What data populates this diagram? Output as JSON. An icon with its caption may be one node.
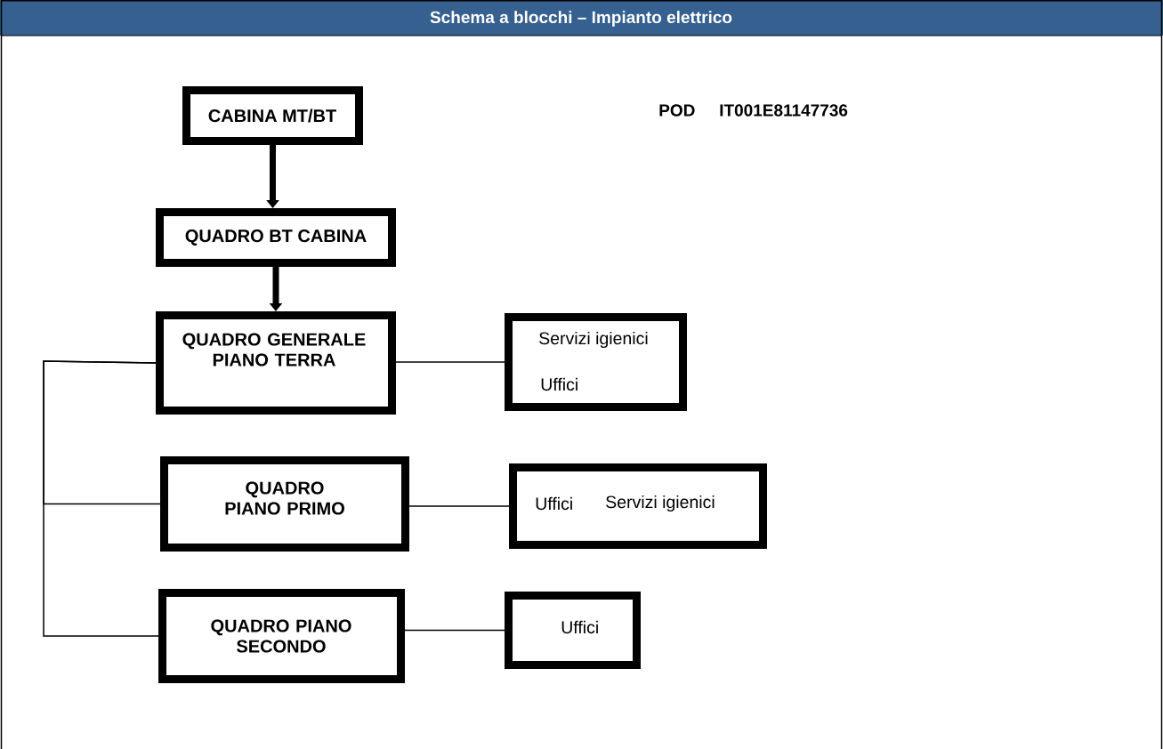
{
  "diagram": {
    "title": "Schema a blocchi – Impianto elettrico",
    "nodes": [
      {
        "text": [
          "CABINA MT/BT"
        ]
      },
      {
        "text": [
          "QUADRO BT CABINA"
        ]
      },
      {
        "text": [
          "QUADRO GENERALE PIANO TERRA"
        ]
      },
      {
        "text": [
          "Servizi igienici",
          "Uffici"
        ]
      },
      {
        "text": [
          "QUADRO PIANO PRIMO"
        ]
      },
      {
        "text": [
          "Uffici",
          "Servizi igienici"
        ]
      },
      {
        "text": [
          "QUADRO PIANO SECONDO"
        ]
      },
      {
        "text": [
          "Uffici"
        ]
      }
    ],
    "edges": [
      {
        "from": 0,
        "to": 1,
        "arrow": "to",
        "style": "thick"
      },
      {
        "from": 1,
        "to": 2,
        "arrow": "to",
        "style": "thick"
      },
      {
        "from": 2,
        "to": 3,
        "arrow": "none"
      },
      {
        "from": 2,
        "to": 4,
        "arrow": "none"
      },
      {
        "from": 4,
        "to": 5,
        "arrow": "none"
      },
      {
        "from": 2,
        "to": 6,
        "arrow": "none"
      },
      {
        "from": 6,
        "to": 7,
        "arrow": "none"
      }
    ],
    "labels": [
      "POD",
      "IT001E81147736"
    ]
  }
}
